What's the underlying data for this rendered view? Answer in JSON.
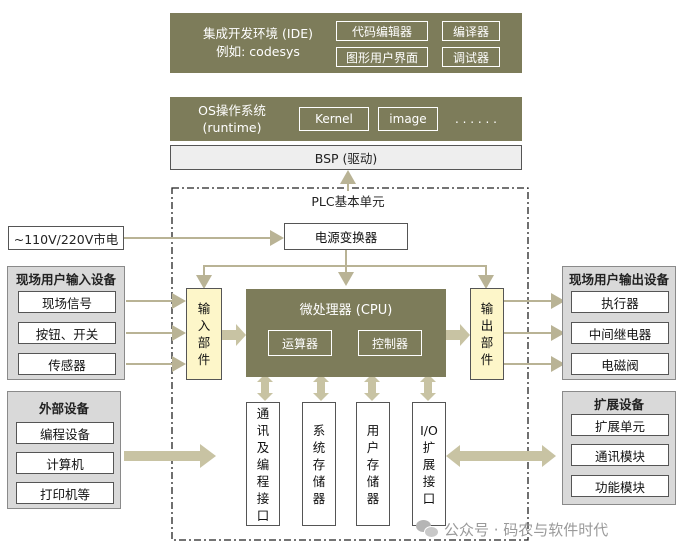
{
  "ide": {
    "line1": "集成开发环境 (IDE)",
    "line2": "例如: codesys",
    "items": [
      "代码编辑器",
      "编译器",
      "图形用户界面",
      "调试器"
    ]
  },
  "os": {
    "line1": "OS操作系统",
    "line2": "(runtime)",
    "kernel": "Kernel",
    "image": "image",
    "more": ". . . . . ."
  },
  "bsp": {
    "label": "BSP (驱动)"
  },
  "plc": {
    "title": "PLC基本单元"
  },
  "power_source": {
    "label": "~110V/220V市电"
  },
  "power_converter": {
    "label": "电源变换器"
  },
  "input_panel": {
    "title": "现场用户输入设备",
    "items": [
      "现场信号",
      "按钮、开关",
      "传感器"
    ]
  },
  "output_panel": {
    "title": "现场用户输出设备",
    "items": [
      "执行器",
      "中间继电器",
      "电磁阀"
    ]
  },
  "external_panel": {
    "title": "外部设备",
    "items": [
      "编程设备",
      "计算机",
      "打印机等"
    ]
  },
  "expansion_panel": {
    "title": "扩展设备",
    "items": [
      "扩展单元",
      "通讯模块",
      "功能模块"
    ]
  },
  "input_unit": {
    "chars": [
      "输",
      "入",
      "部",
      "件"
    ]
  },
  "output_unit": {
    "chars": [
      "输",
      "出",
      "部",
      "件"
    ]
  },
  "cpu": {
    "title": "微处理器 (CPU)",
    "alu": "运算器",
    "controller": "控制器"
  },
  "bottom_modules": [
    {
      "name": "comm-interface",
      "chars": [
        "通",
        "讯",
        "及",
        "编",
        "程",
        "接",
        "口"
      ]
    },
    {
      "name": "system-memory",
      "chars": [
        "系",
        "统",
        "存",
        "储",
        "器"
      ]
    },
    {
      "name": "user-memory",
      "chars": [
        "用",
        "户",
        "存",
        "储",
        "器"
      ]
    },
    {
      "name": "io-expansion",
      "chars": [
        "I/O",
        "扩",
        "展",
        "接",
        "口"
      ]
    }
  ],
  "watermark": {
    "text": "公众号 · 码农与软件时代"
  },
  "colors": {
    "olive": "#7d7c5a",
    "panel_grey": "#d9d9d9",
    "unit_yellow": "#fdf6c9",
    "arrow": "#c8c3a3"
  }
}
